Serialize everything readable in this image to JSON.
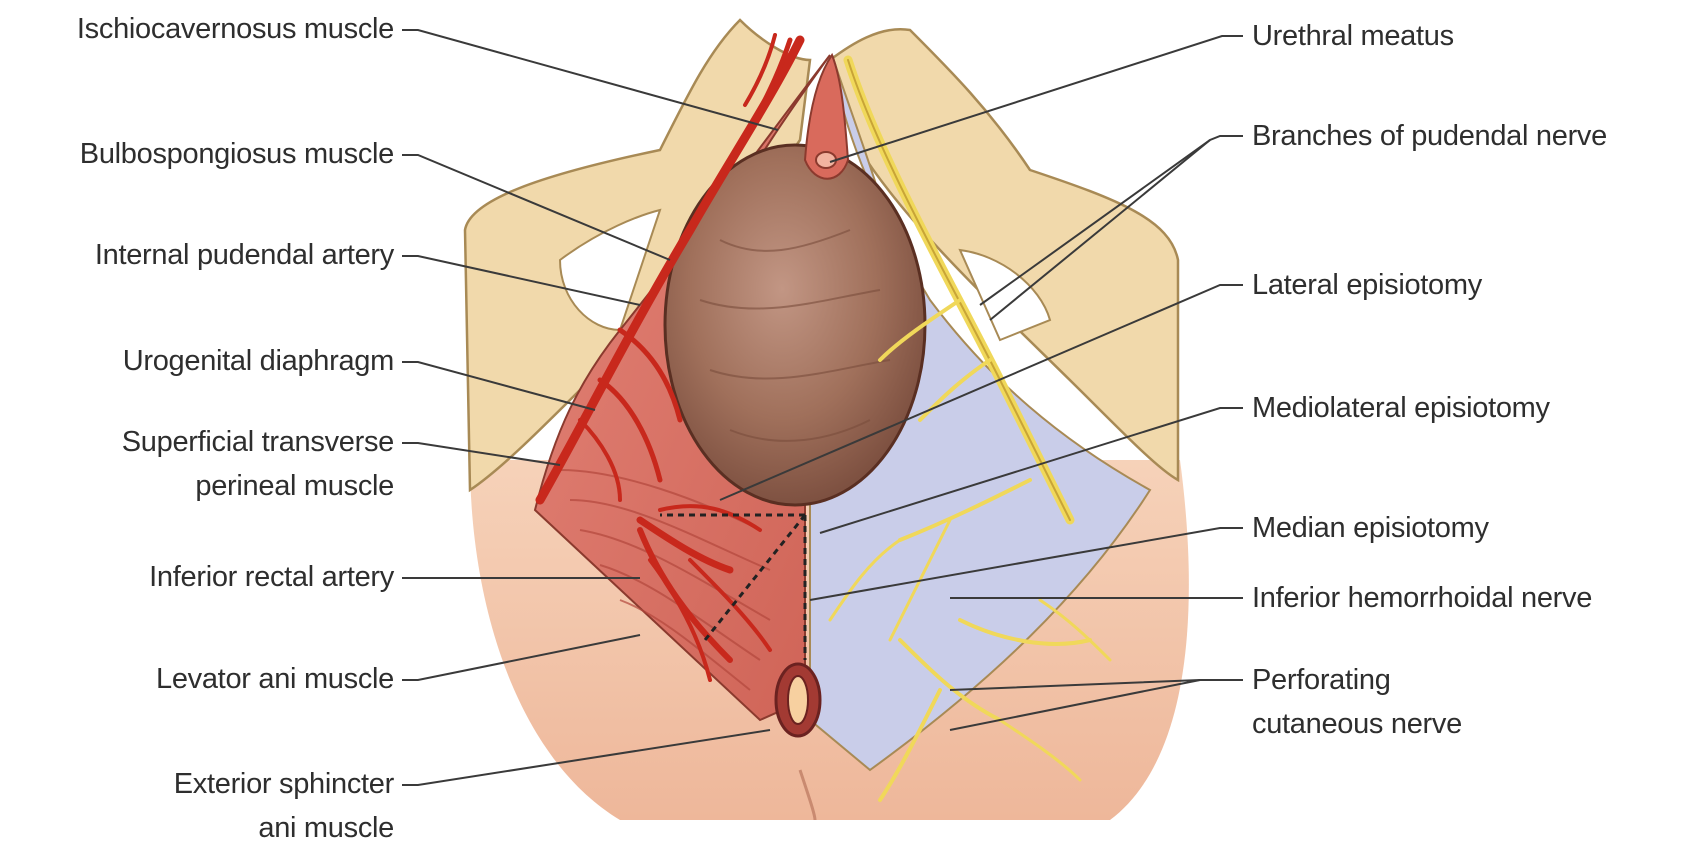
{
  "diagram": {
    "left_labels": [
      {
        "key": "ischiocavernosus",
        "lines": [
          "Ischiocavernosus muscle"
        ]
      },
      {
        "key": "bulbospongiosus",
        "lines": [
          "Bulbospongiosus muscle"
        ]
      },
      {
        "key": "internal_pudendal_artery",
        "lines": [
          "Internal pudendal artery"
        ]
      },
      {
        "key": "urogenital_diaphragm",
        "lines": [
          "Urogenital diaphragm"
        ]
      },
      {
        "key": "superficial_transverse",
        "lines": [
          "Superficial transverse",
          "perineal muscle"
        ]
      },
      {
        "key": "inferior_rectal_artery",
        "lines": [
          "Inferior rectal artery"
        ]
      },
      {
        "key": "levator_ani",
        "lines": [
          "Levator ani muscle"
        ]
      },
      {
        "key": "exterior_sphincter",
        "lines": [
          "Exterior sphincter",
          "ani muscle"
        ]
      }
    ],
    "right_labels": [
      {
        "key": "urethral_meatus",
        "lines": [
          "Urethral meatus"
        ]
      },
      {
        "key": "pudendal_branches",
        "lines": [
          "Branches of pudendal nerve"
        ]
      },
      {
        "key": "lateral_episiotomy",
        "lines": [
          "Lateral episiotomy"
        ]
      },
      {
        "key": "mediolateral_episiotomy",
        "lines": [
          "Mediolateral episiotomy"
        ]
      },
      {
        "key": "median_episiotomy",
        "lines": [
          "Median episiotomy"
        ]
      },
      {
        "key": "inferior_hemorrhoidal",
        "lines": [
          "Inferior hemorrhoidal nerve"
        ]
      },
      {
        "key": "perforating_cutaneous",
        "lines": [
          "Perforating",
          "cutaneous nerve"
        ]
      }
    ],
    "colors": {
      "thigh": "#f1d9ab",
      "thigh_outline": "#a88a55",
      "skin": "#f3c5a8",
      "muscle": "#d8746a",
      "artery": "#c8281c",
      "head": "#9b6b57",
      "nerve": "#f0d85a",
      "nerve_field": "#c9cde9",
      "leader": "#3a3a3a"
    }
  }
}
